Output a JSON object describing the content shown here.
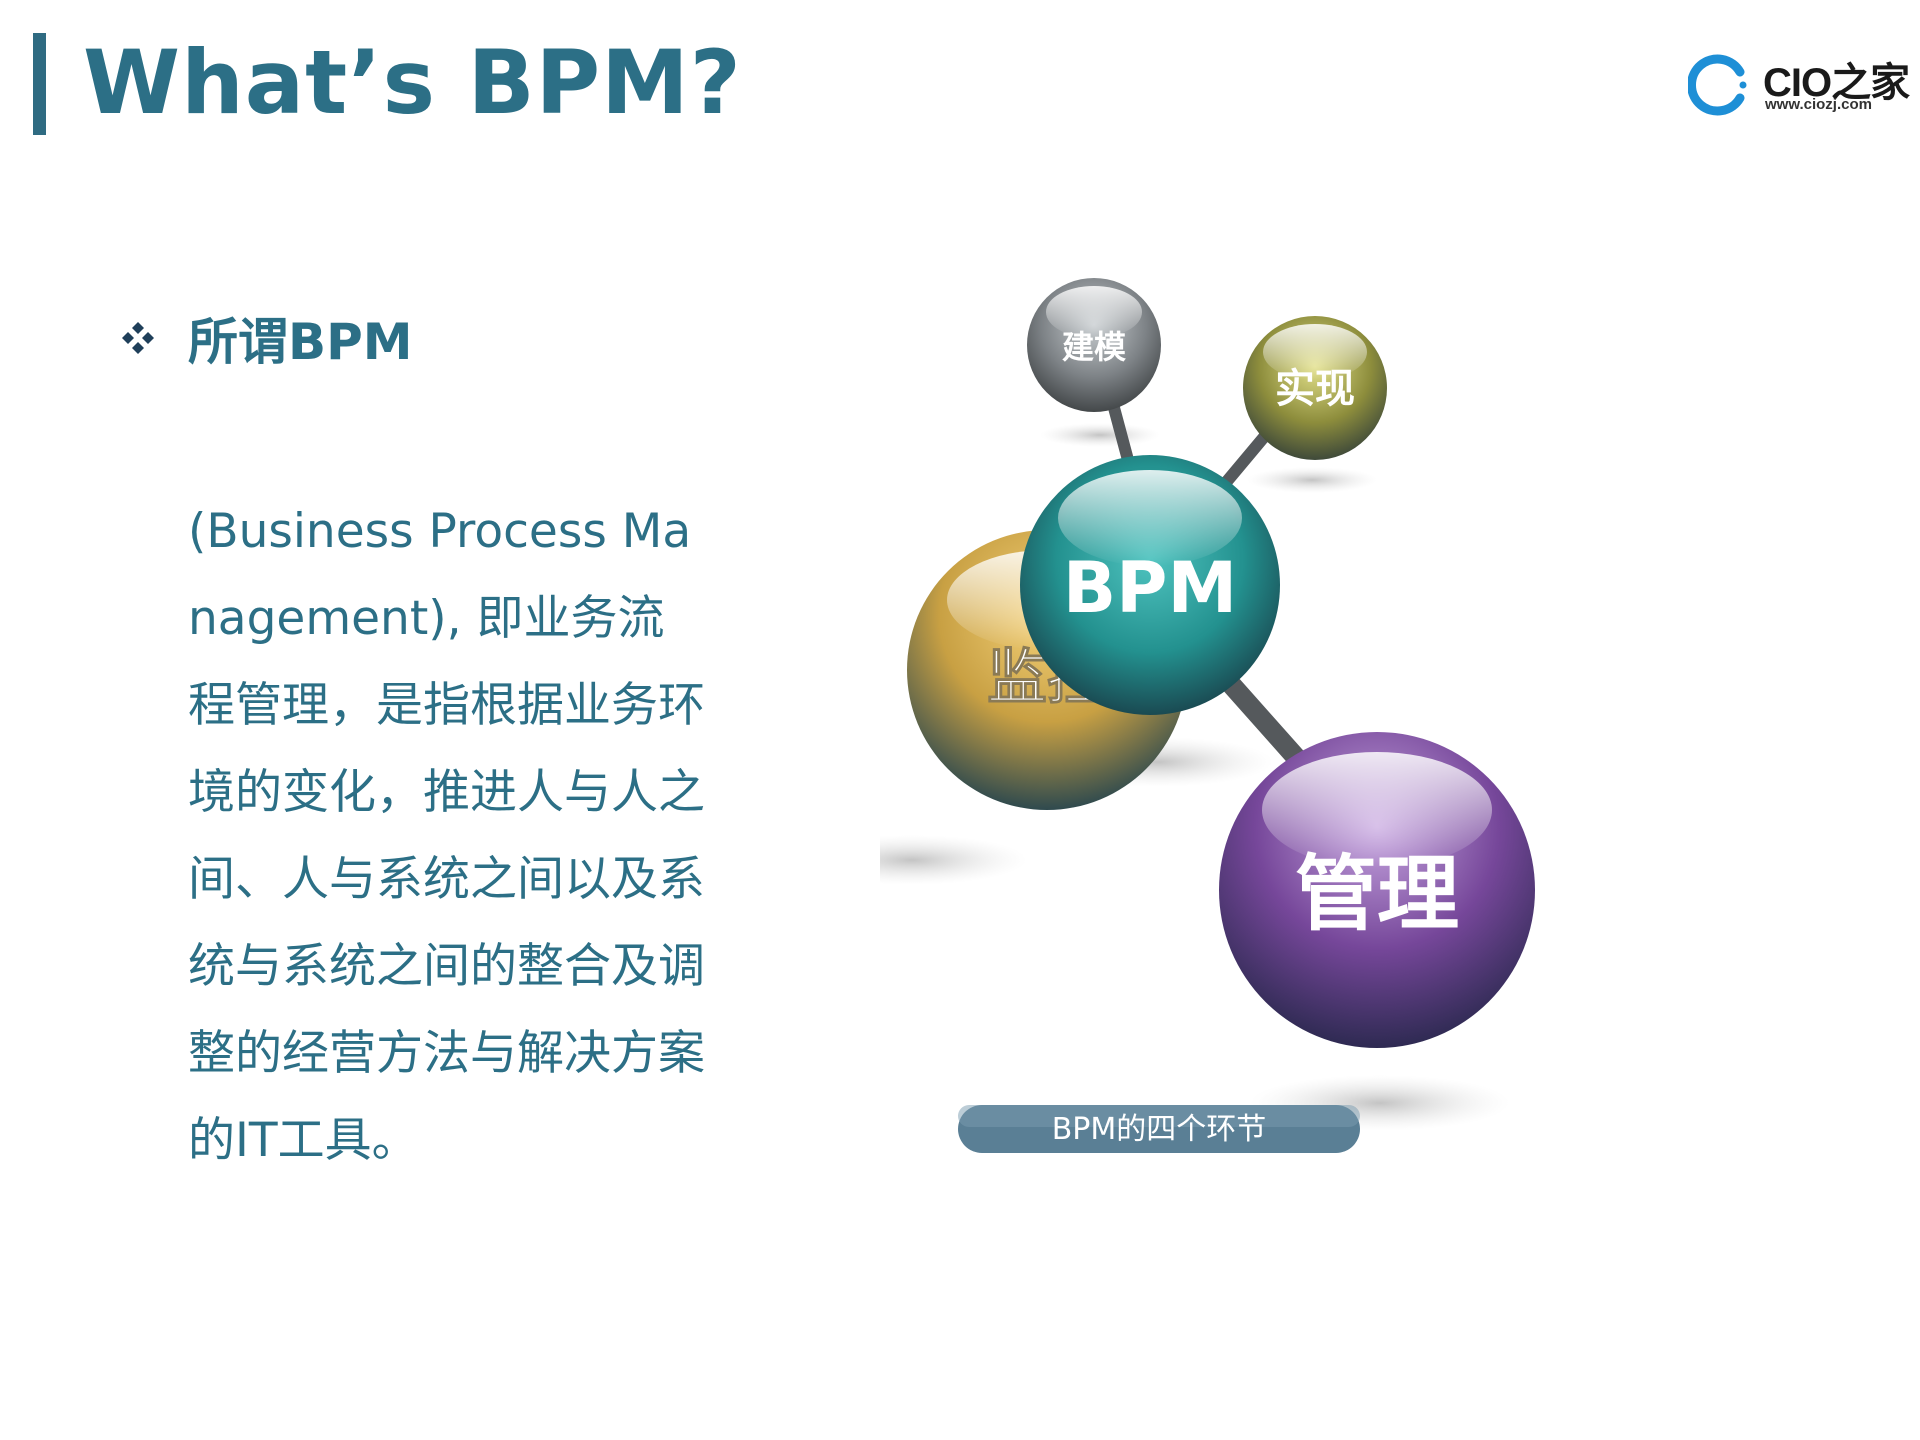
{
  "slide": {
    "title": "What’s BPM?",
    "bullet_icon": "diamond-bullet-icon",
    "heading": "所谓BPM",
    "body": "(Business Process Management), 即业务流程管理，是指根据业务环境的变化，推进人与人之间、人与系统之间以及系统与系统之间的整合及调整的经营方法与解决方案的IT工具。"
  },
  "logo": {
    "icon": "cio-ring-logo-icon",
    "name": "CIO之家",
    "url": "www.ciozj.com"
  },
  "diagram": {
    "center_label": "BPM",
    "nodes": [
      {
        "label": "建模",
        "color": "#8a8f93"
      },
      {
        "label": "实现",
        "color": "#9a9a4a"
      },
      {
        "label": "监控",
        "color": "#d6a845"
      },
      {
        "label": "管理",
        "color": "#7a4f9a"
      }
    ],
    "center_color": "#2a9a98",
    "caption": "BPM的四个环节"
  },
  "colors": {
    "accent": "#2c6f86",
    "caption_bg": "#5a7f95"
  }
}
